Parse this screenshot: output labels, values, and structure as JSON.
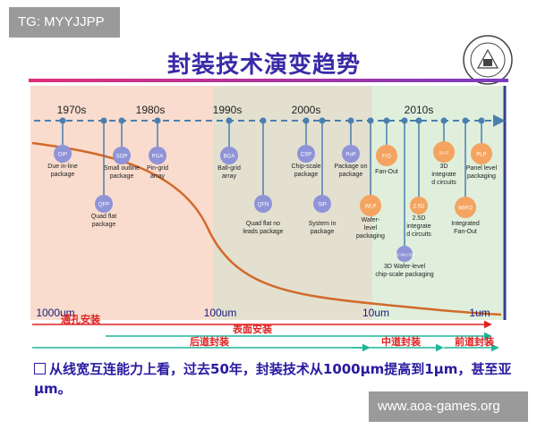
{
  "watermarks": {
    "top_left": "TG: MYYJJPP",
    "bottom_right": "www.aoa-games.org"
  },
  "title": "封装技术演变趋势",
  "logo_icon": "university-seal-icon",
  "decades": [
    "1970s",
    "1980s",
    "1990s",
    "2000s",
    "2010s"
  ],
  "packages": [
    {
      "abbr": "DIP",
      "desc": [
        "Due in-line",
        "package"
      ],
      "color": "#8f93d8"
    },
    {
      "abbr": "QFP",
      "desc": [
        "Quad flat",
        "package"
      ],
      "color": "#8f93d8"
    },
    {
      "abbr": "SOP",
      "desc": [
        "Small outline",
        "package"
      ],
      "color": "#8f93d8"
    },
    {
      "abbr": "PGA",
      "desc": [
        "Pin-grid",
        "array"
      ],
      "color": "#8f93d8"
    },
    {
      "abbr": "BGA",
      "desc": [
        "Ball-grid",
        "array"
      ],
      "color": "#8f93d8"
    },
    {
      "abbr": "QFN",
      "desc": [
        "Quad flat no",
        "leads package"
      ],
      "color": "#8f93d8"
    },
    {
      "abbr": "CSP",
      "desc": [
        "Chip-scale",
        "package"
      ],
      "color": "#8f93d8"
    },
    {
      "abbr": "SIP",
      "desc": [
        "System in",
        "package"
      ],
      "color": "#8f93d8"
    },
    {
      "abbr": "PoP",
      "desc": [
        "Package on",
        "package"
      ],
      "color": "#8f93d8"
    },
    {
      "abbr": "WLP",
      "desc": [
        "Wafer-",
        "level",
        "packaging"
      ],
      "color": "#f4a460"
    },
    {
      "abbr": "F/O",
      "desc": [
        "Fan-Out"
      ],
      "color": "#f4a460"
    },
    {
      "abbr": "3D WLCSP",
      "desc": [
        "3D Wafer-level",
        "chip-scale packaging"
      ],
      "color": "#8f93d8"
    },
    {
      "abbr": "3D IC",
      "desc": [
        "3D",
        "integrate",
        "d circuits"
      ],
      "color": "#f4a460"
    },
    {
      "abbr": "2.5D",
      "desc": [
        "2.5D",
        "integrate",
        "d circuits"
      ],
      "color": "#f4a460"
    },
    {
      "abbr": "PLP",
      "desc": [
        "Panel level",
        "packaging"
      ],
      "color": "#f4a460"
    },
    {
      "abbr": "WIFO",
      "desc": [
        "Integrated",
        "Fan-Out"
      ],
      "color": "#f4a460"
    }
  ],
  "scale_labels": [
    "1000um",
    "100um",
    "10um",
    "1um"
  ],
  "arrows": [
    {
      "label": "通孔安装",
      "color": "#e02020"
    },
    {
      "label": "表面安装",
      "color": "#e02020"
    },
    {
      "label": "后道封装",
      "color": "#e02020"
    },
    {
      "label": "中道封装",
      "color": "#e02020"
    },
    {
      "label": "前道封装",
      "color": "#e02020"
    }
  ],
  "colors": {
    "title": "#3a2aa8",
    "timeline": "#4a7fb0",
    "curve": "#d2692a",
    "accent_bar_start": "#e0307a",
    "accent_bar_end": "#7a3cc0",
    "teal_arrow": "#1fb59a"
  },
  "bullet_text": "从线宽互连能力上看，过去50年，封装技术从1000μm提高到1μm，甚至亚μm。"
}
